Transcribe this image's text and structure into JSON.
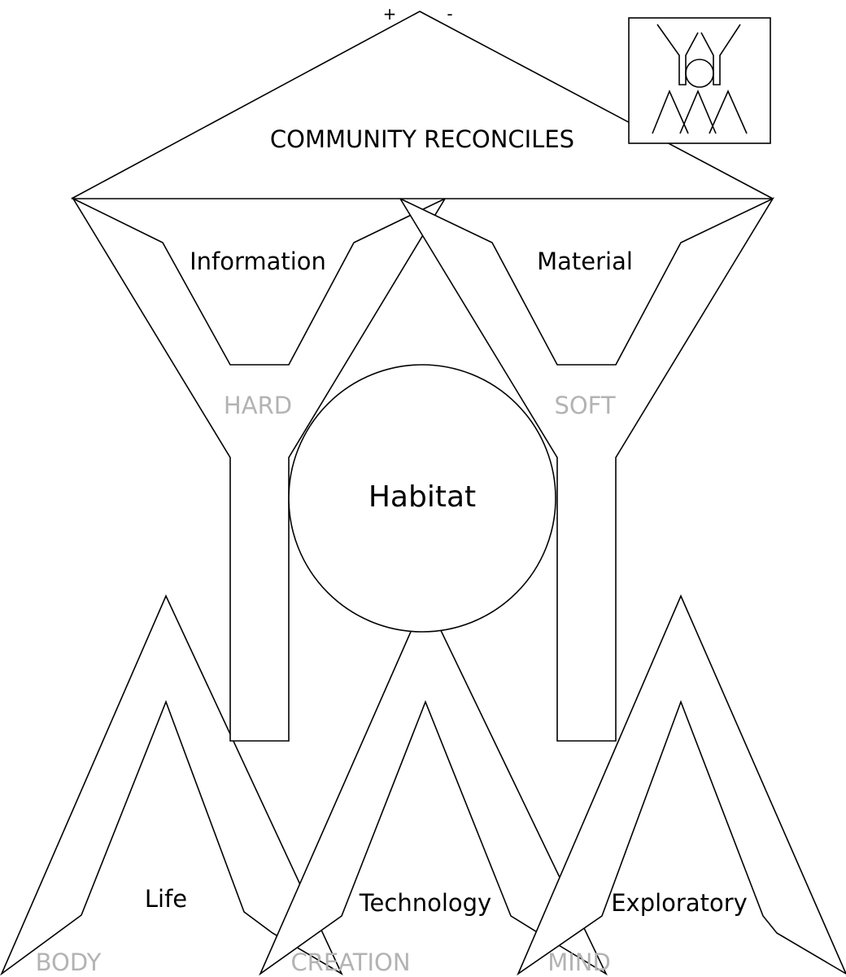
{
  "top": {
    "plus": "+",
    "minus": "-",
    "title": "COMMUNITY RECONCILES"
  },
  "upper": {
    "left_label": "Information",
    "right_label": "Material",
    "left_sub": "HARD",
    "right_sub": "SOFT"
  },
  "center": {
    "label": "Habitat"
  },
  "lower": {
    "left_label": "Life",
    "middle_label": "Technology",
    "right_label": "Exploratory",
    "left_sub": "BODY",
    "middle_sub": "CREATION",
    "right_sub": "MIND"
  },
  "colors": {
    "stroke": "#000000",
    "sublabel": "#b3b3b3",
    "background": "#ffffff"
  },
  "icons": {
    "logo": "community-emblem-icon"
  }
}
